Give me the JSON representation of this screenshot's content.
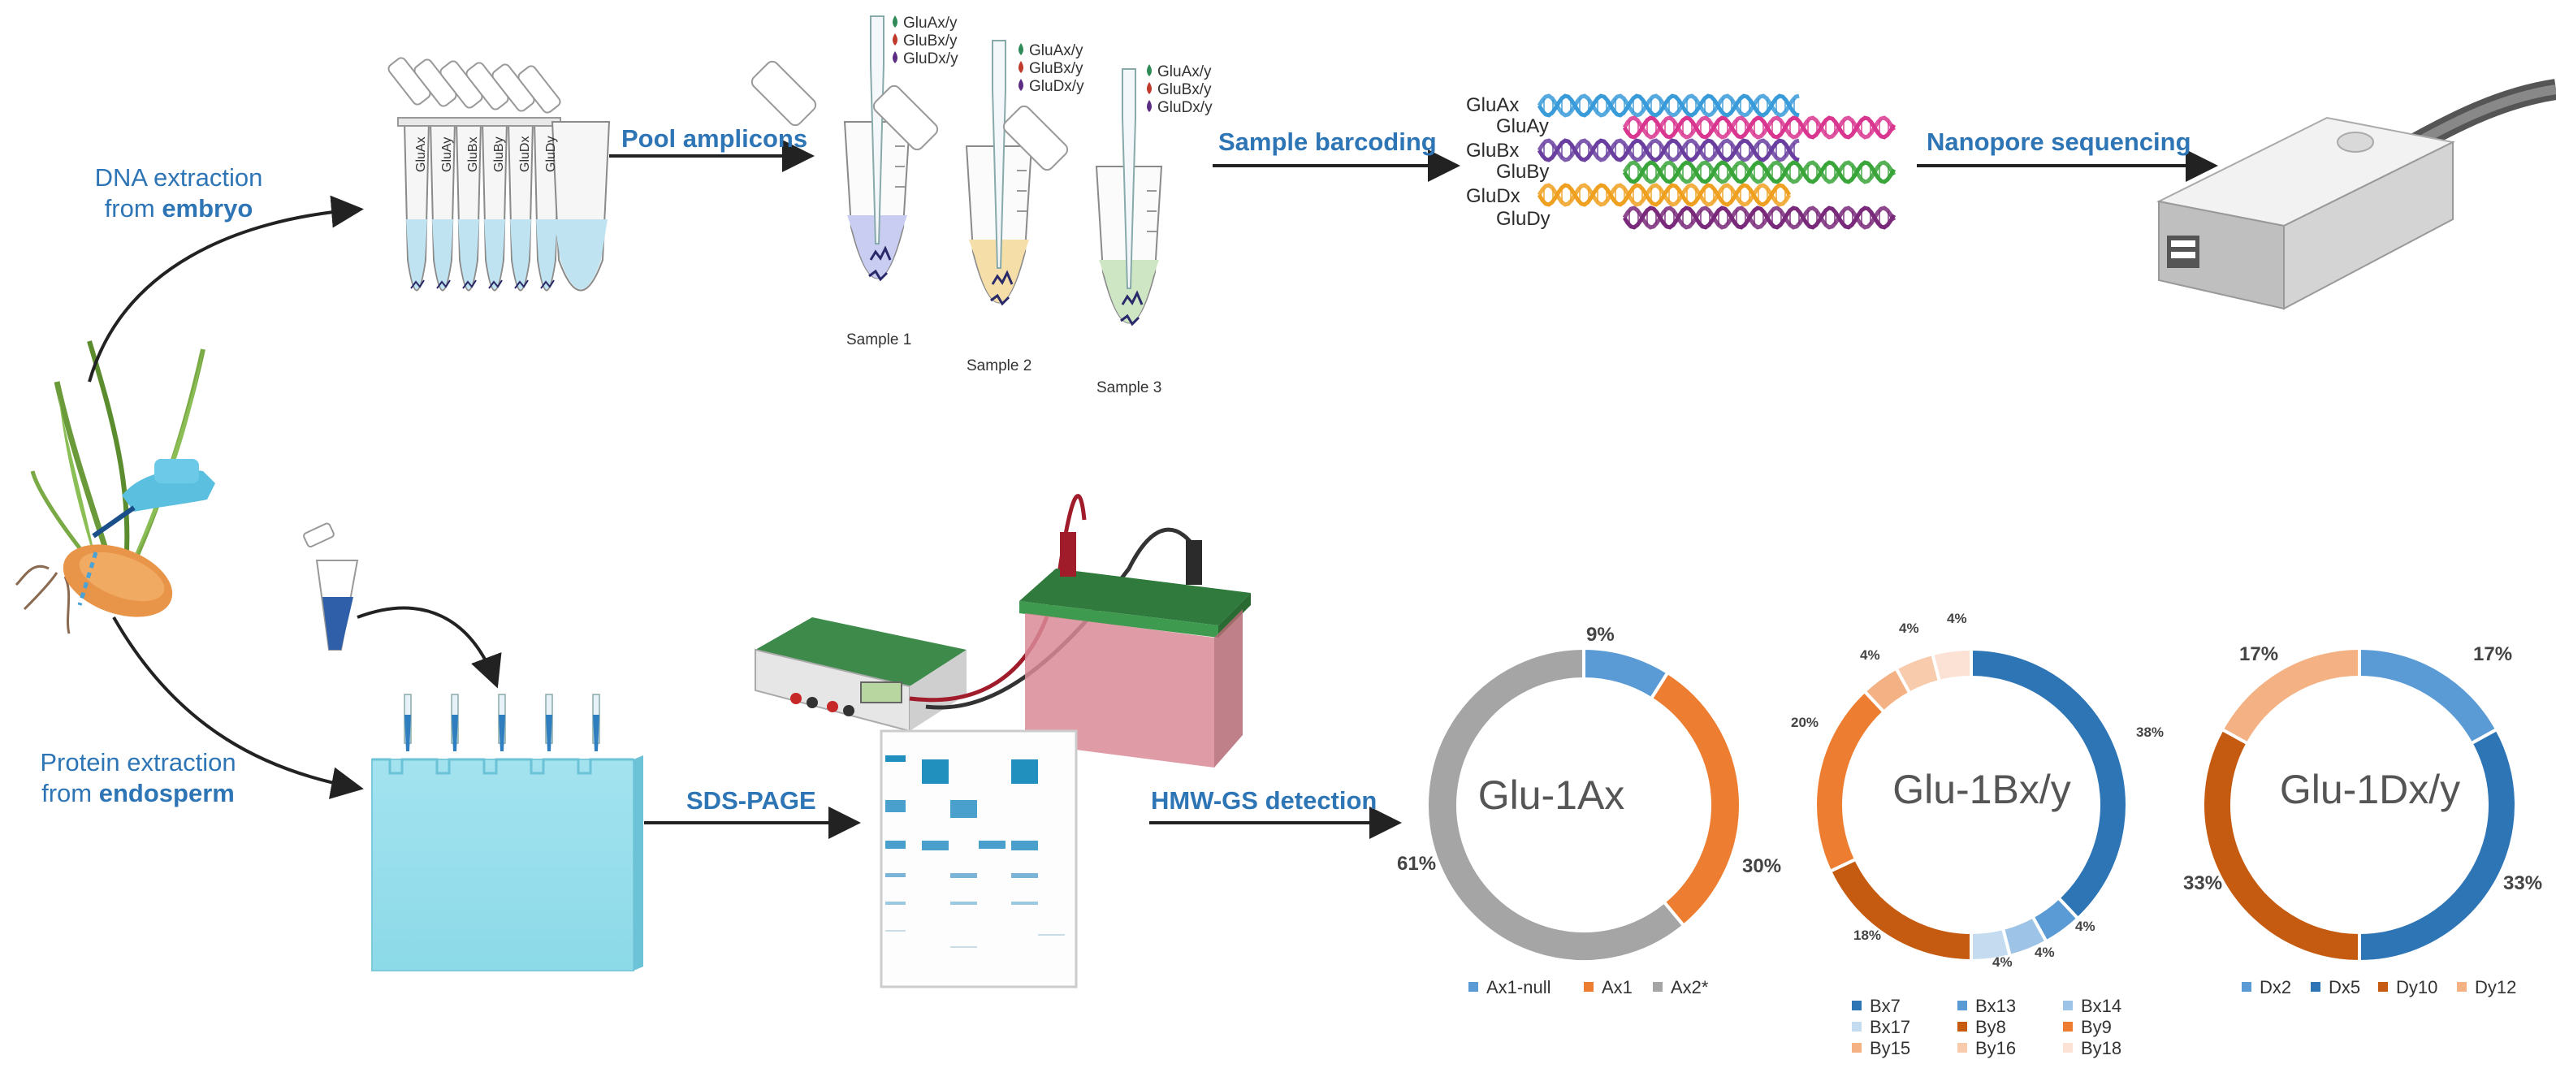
{
  "labels": {
    "dna_extraction_line1": "DNA extraction",
    "dna_extraction_from": "from ",
    "dna_extraction_source": "embryo",
    "protein_extraction_line1": "Protein extraction",
    "protein_extraction_from": "from ",
    "protein_extraction_source": "endosperm",
    "pool_amplicons": "Pool amplicons",
    "sample_barcoding": "Sample barcoding",
    "nanopore_sequencing": "Nanopore sequencing",
    "sds_page": "SDS-PAGE",
    "hmw_gs_detection": "HMW-GS detection"
  },
  "strip_tubes": [
    "GluAx",
    "GluAy",
    "GluBx",
    "GluBy",
    "GluDx",
    "GluDy"
  ],
  "samples": [
    {
      "name": "Sample 1",
      "genes": [
        "GluAx/y",
        "GluBx/y",
        "GluDx/y"
      ],
      "fill": "#c9cdf2"
    },
    {
      "name": "Sample 2",
      "genes": [
        "GluAx/y",
        "GluBx/y",
        "GluDx/y"
      ],
      "fill": "#f5dea8"
    },
    {
      "name": "Sample 3",
      "genes": [
        "GluAx/y",
        "GluBx/y",
        "GluDx/y"
      ],
      "fill": "#cfe6c4"
    }
  ],
  "gene_drop_colors": [
    "#2e8b57",
    "#c0392b",
    "#5b2c83"
  ],
  "barcodes": [
    {
      "label": "GluAx",
      "color": "#3a9bd9"
    },
    {
      "label": "GluAy",
      "color": "#d9368f"
    },
    {
      "label": "GluBx",
      "color": "#6a3fa0"
    },
    {
      "label": "GluBy",
      "color": "#3aa53a"
    },
    {
      "label": "GluDx",
      "color": "#f0a020"
    },
    {
      "label": "GluDy",
      "color": "#7a2a7a"
    }
  ],
  "chart_data": [
    {
      "type": "pie",
      "title": "Glu-1Ax",
      "series": [
        {
          "name": "Ax1-null",
          "value": 9,
          "label": "9%",
          "color": "#5b9bd5"
        },
        {
          "name": "Ax1",
          "value": 30,
          "label": "30%",
          "color": "#ed7d31"
        },
        {
          "name": "Ax2*",
          "value": 61,
          "label": "61%",
          "color": "#a5a5a5"
        }
      ]
    },
    {
      "type": "pie",
      "title": "Glu-1Bx/y",
      "series": [
        {
          "name": "Bx7",
          "value": 38,
          "label": "38%",
          "color": "#2e75b6"
        },
        {
          "name": "Bx13",
          "value": 4,
          "label": "4%",
          "color": "#5b9bd5"
        },
        {
          "name": "Bx14",
          "value": 4,
          "label": "4%",
          "color": "#9dc3e6"
        },
        {
          "name": "Bx17",
          "value": 4,
          "label": "4%",
          "color": "#c5dcf0"
        },
        {
          "name": "By8",
          "value": 18,
          "label": "18%",
          "color": "#c55a11"
        },
        {
          "name": "By9",
          "value": 20,
          "label": "20%",
          "color": "#ed7d31"
        },
        {
          "name": "By15",
          "value": 4,
          "label": "4%",
          "color": "#f4b183"
        },
        {
          "name": "By16",
          "value": 4,
          "label": "4%",
          "color": "#f8cbad"
        },
        {
          "name": "By18",
          "value": 4,
          "label": "4%",
          "color": "#fbe2d5"
        }
      ]
    },
    {
      "type": "pie",
      "title": "Glu-1Dx/y",
      "series": [
        {
          "name": "Dx2",
          "value": 17,
          "label": "17%",
          "color": "#5b9bd5"
        },
        {
          "name": "Dx5",
          "value": 33,
          "label": "33%",
          "color": "#2e75b6"
        },
        {
          "name": "Dy10",
          "value": 33,
          "label": "33%",
          "color": "#c55a11"
        },
        {
          "name": "Dy12",
          "value": 17,
          "label": "17%",
          "color": "#f4b183"
        }
      ]
    }
  ]
}
